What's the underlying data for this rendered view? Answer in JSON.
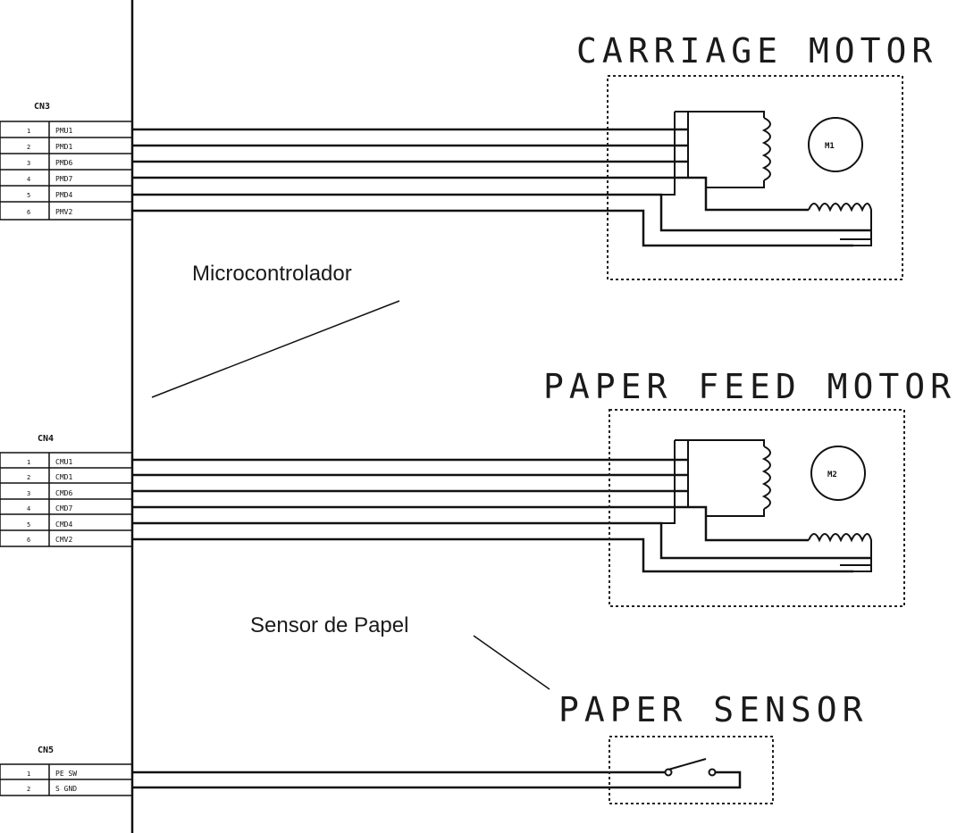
{
  "labels": {
    "carriage_motor": "CARRIAGE MOTOR",
    "paper_feed_motor": "PAPER FEED MOTOR",
    "paper_sensor": "PAPER SENSOR",
    "microcontrolador": "Microcontrolador",
    "sensor_de_papel": "Sensor de Papel"
  },
  "connectors": {
    "cn3": {
      "name": "CN3",
      "pins": [
        "1",
        "2",
        "3",
        "4",
        "5",
        "6"
      ],
      "signals": [
        "PMU1",
        "PMD1",
        "PMD6",
        "PMD7",
        "PMD4",
        "PMV2"
      ]
    },
    "cn4": {
      "name": "CN4",
      "pins": [
        "1",
        "2",
        "3",
        "4",
        "5",
        "6"
      ],
      "signals": [
        "CMU1",
        "CMD1",
        "CMD6",
        "CMD7",
        "CMD4",
        "CMV2"
      ]
    },
    "cn5": {
      "name": "CN5",
      "pins": [
        "1",
        "2"
      ],
      "signals": [
        "PE SW",
        "S GND"
      ]
    }
  },
  "motors": {
    "m1": "M1",
    "m2": "M2"
  }
}
